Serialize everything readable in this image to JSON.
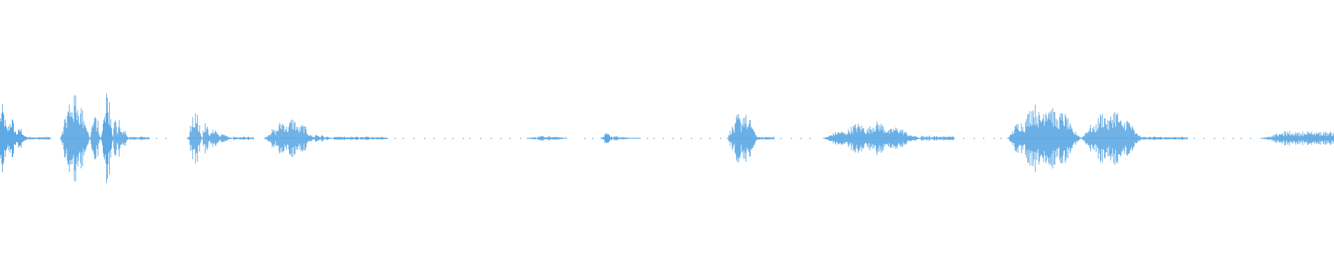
{
  "waveform": {
    "color": "#5EA8E3",
    "segments": [
      {
        "start": 0.0,
        "end": 0.022,
        "peak": 0.38,
        "shape": "decay"
      },
      {
        "start": 0.022,
        "end": 0.038,
        "peak": 0.02,
        "shape": "flat"
      },
      {
        "start": 0.045,
        "end": 0.067,
        "peak": 0.55,
        "shape": "burst"
      },
      {
        "start": 0.067,
        "end": 0.075,
        "peak": 0.3,
        "shape": "burst"
      },
      {
        "start": 0.075,
        "end": 0.085,
        "peak": 0.62,
        "shape": "spike"
      },
      {
        "start": 0.085,
        "end": 0.097,
        "peak": 0.35,
        "shape": "decay"
      },
      {
        "start": 0.097,
        "end": 0.112,
        "peak": 0.02,
        "shape": "flat"
      },
      {
        "start": 0.14,
        "end": 0.152,
        "peak": 0.45,
        "shape": "spike"
      },
      {
        "start": 0.152,
        "end": 0.175,
        "peak": 0.18,
        "shape": "decay"
      },
      {
        "start": 0.175,
        "end": 0.19,
        "peak": 0.02,
        "shape": "flat"
      },
      {
        "start": 0.198,
        "end": 0.236,
        "peak": 0.22,
        "shape": "hump"
      },
      {
        "start": 0.236,
        "end": 0.25,
        "peak": 0.06,
        "shape": "decay"
      },
      {
        "start": 0.25,
        "end": 0.29,
        "peak": 0.02,
        "shape": "flat"
      },
      {
        "start": 0.395,
        "end": 0.425,
        "peak": 0.03,
        "shape": "hump"
      },
      {
        "start": 0.45,
        "end": 0.46,
        "peak": 0.09,
        "shape": "spike"
      },
      {
        "start": 0.46,
        "end": 0.48,
        "peak": 0.03,
        "shape": "decay"
      },
      {
        "start": 0.545,
        "end": 0.568,
        "peak": 0.3,
        "shape": "hump"
      },
      {
        "start": 0.568,
        "end": 0.58,
        "peak": 0.02,
        "shape": "flat"
      },
      {
        "start": 0.617,
        "end": 0.69,
        "peak": 0.18,
        "shape": "hump"
      },
      {
        "start": 0.69,
        "end": 0.715,
        "peak": 0.03,
        "shape": "flat"
      },
      {
        "start": 0.755,
        "end": 0.81,
        "peak": 0.42,
        "shape": "hump"
      },
      {
        "start": 0.81,
        "end": 0.856,
        "peak": 0.32,
        "shape": "hump"
      },
      {
        "start": 0.856,
        "end": 0.89,
        "peak": 0.02,
        "shape": "flat"
      },
      {
        "start": 0.945,
        "end": 1.0,
        "peak": 0.08,
        "shape": "ramp"
      }
    ],
    "dots": [
      0.105,
      0.117,
      0.124,
      0.182,
      0.187,
      0.26,
      0.275,
      0.29,
      0.296,
      0.302,
      0.31,
      0.318,
      0.325,
      0.333,
      0.339,
      0.347,
      0.352,
      0.36,
      0.368,
      0.375,
      0.382,
      0.39,
      0.438,
      0.444,
      0.485,
      0.49,
      0.497,
      0.504,
      0.51,
      0.518,
      0.525,
      0.532,
      0.54,
      0.585,
      0.593,
      0.6,
      0.607,
      0.715,
      0.722,
      0.73,
      0.737,
      0.745,
      0.75,
      0.895,
      0.902,
      0.91,
      0.917,
      0.924,
      0.93,
      0.937
    ]
  }
}
